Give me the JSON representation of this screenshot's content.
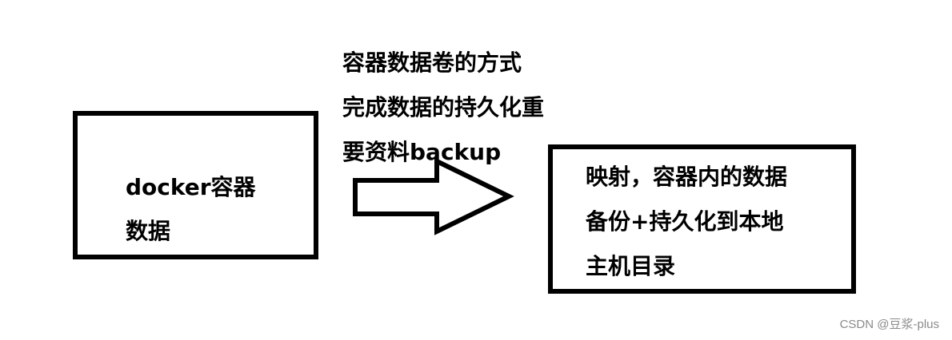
{
  "left_box": {
    "lines": [
      "docker容器",
      "数据"
    ]
  },
  "middle_text": {
    "lines": [
      "容器数据卷的方式",
      "完成数据的持久化重",
      "要资料backup"
    ]
  },
  "right_box": {
    "lines": [
      "映射，容器内的数据",
      "备份+持久化到本地",
      "主机目录"
    ]
  },
  "arrow": {
    "direction": "right",
    "color": "#000000"
  },
  "watermark": "CSDN @豆浆-plus"
}
